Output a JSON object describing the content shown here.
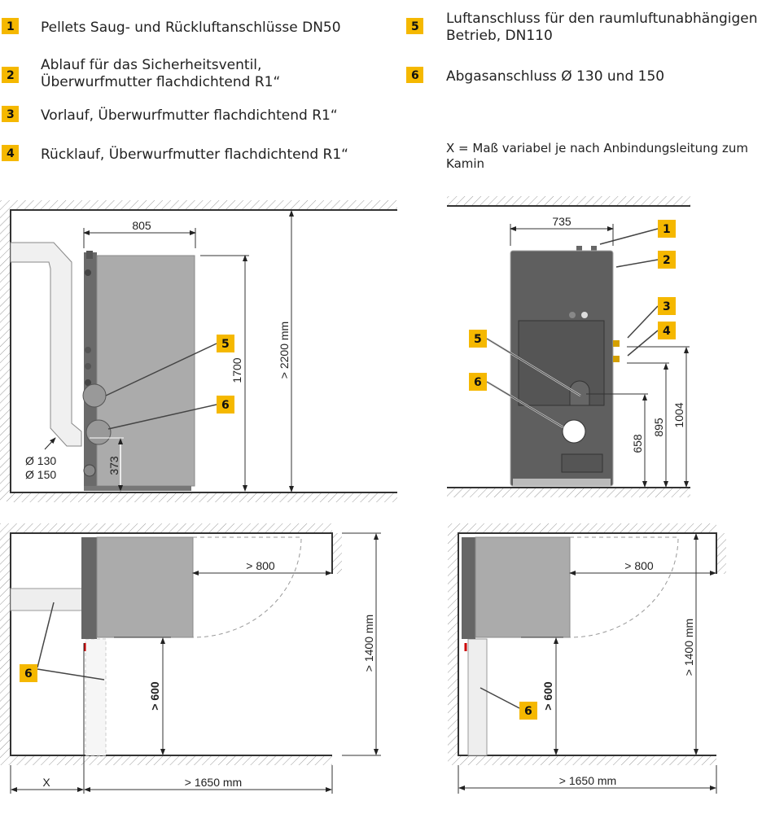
{
  "legend": {
    "badge_color": "#f5b800",
    "items": [
      {
        "num": "1",
        "lines": [
          "Pellets Saug- und Rückluftanschlüsse DN50"
        ]
      },
      {
        "num": "2",
        "lines": [
          "Ablauf für das Sicherheitsventil,",
          "Überwurfmutter flachdichtend R1“"
        ]
      },
      {
        "num": "3",
        "lines": [
          "Vorlauf, Überwurfmutter flachdichtend R1“"
        ]
      },
      {
        "num": "4",
        "lines": [
          "Rücklauf, Überwurfmutter flachdichtend R1“"
        ]
      },
      {
        "num": "5",
        "lines": [
          "Luftanschluss für den raumluftunabhängigen",
          "Betrieb, DN110"
        ]
      },
      {
        "num": "6",
        "lines": [
          "Abgasanschluss Ø 130 und 150"
        ]
      }
    ],
    "note": [
      "X = Maß variabel je nach Anbindungsleitung zum",
      "Kamin"
    ]
  },
  "side_view": {
    "width": "805",
    "height": "1700",
    "room_height": "> 2200 mm",
    "flue_height": "373",
    "pipe_d1": "Ø 130",
    "pipe_d2": "Ø 150",
    "callouts": [
      "5",
      "6"
    ]
  },
  "back_view": {
    "width": "735",
    "h1": "658",
    "h2": "895",
    "h3": "1004",
    "callouts": [
      "1",
      "2",
      "3",
      "4",
      "5",
      "6"
    ]
  },
  "top_view_left": {
    "door_clearance": "> 800",
    "front_clearance": "> 600",
    "depth": "> 1400 mm",
    "x_label": "X",
    "width": "> 1650 mm",
    "callout": "6"
  },
  "top_view_right": {
    "door_clearance": "> 800",
    "front_clearance": "> 600",
    "depth": "> 1400 mm",
    "width": "> 1650 mm",
    "callout": "6"
  }
}
